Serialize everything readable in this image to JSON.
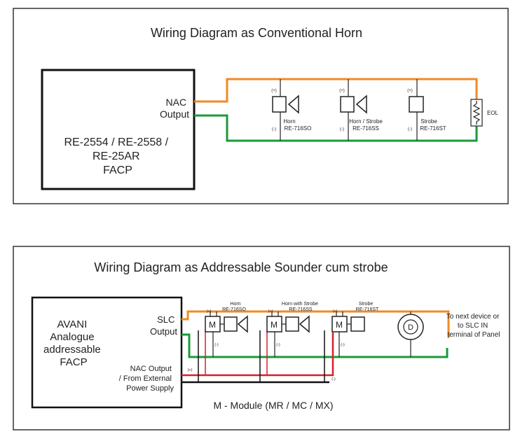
{
  "diagram1": {
    "title": "Wiring Diagram as Conventional Horn",
    "panel_lines": [
      "RE-2554 / RE-2558 /",
      "RE-25AR",
      "FACP"
    ],
    "nac_label_lines": [
      "NAC",
      "Output"
    ],
    "devices": [
      {
        "name": "Horn",
        "model": "RE-716SO"
      },
      {
        "name": "Horn / Strobe",
        "model": "RE-716SS"
      },
      {
        "name": "Strobe",
        "model": "RE-716ST"
      }
    ],
    "eol_label": "EOL",
    "plus": "(+)",
    "minus": "(-)"
  },
  "diagram2": {
    "title": "Wiring Diagram as Addressable Sounder cum strobe",
    "panel_lines": [
      "AVANI",
      "Analogue",
      "addressable",
      "FACP"
    ],
    "slc_label_lines": [
      "SLC",
      "Output"
    ],
    "nac_label_lines": [
      "NAC Output",
      "/ From External",
      "Power Supply"
    ],
    "devices": [
      {
        "name": "Horn",
        "model": "RE-716SO"
      },
      {
        "name": "Horn with Strobe",
        "model": "RE-716SS"
      },
      {
        "name": "Strobe",
        "model": "RE-716ST"
      }
    ],
    "module_letter": "M",
    "detector_letter": "D",
    "next_device_lines": [
      "To next device or",
      "to SLC IN",
      "terminal of Panel"
    ],
    "legend": "M - Module (MR / MC / MX)",
    "plus": "(+)",
    "minus": "(-)"
  },
  "colors": {
    "orange": "#f08a24",
    "green": "#1a9a3a",
    "red": "#d8202a",
    "black": "#111111"
  }
}
